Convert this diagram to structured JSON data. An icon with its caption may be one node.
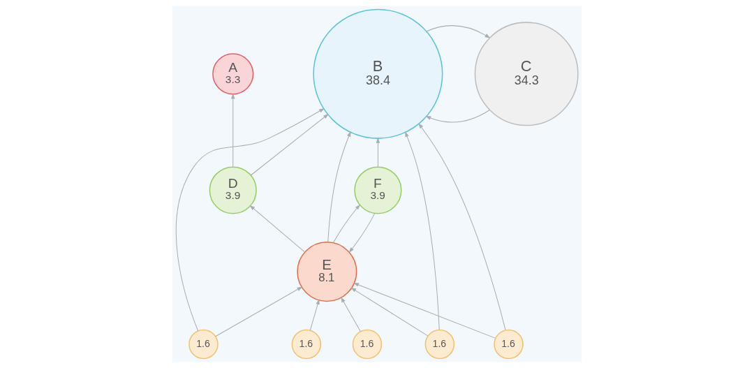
{
  "diagram": {
    "nodes": [
      {
        "text": [
          "A",
          "3.3"
        ]
      },
      {
        "text": [
          "B",
          "38.4"
        ]
      },
      {
        "text": [
          "C",
          "34.3"
        ]
      },
      {
        "text": [
          "D",
          "3.9"
        ]
      },
      {
        "text": [
          "F",
          "3.9"
        ]
      },
      {
        "text": [
          "E",
          "8.1"
        ]
      },
      {
        "text": [
          "1.6"
        ]
      },
      {
        "text": [
          "1.6"
        ]
      },
      {
        "text": [
          "1.6"
        ]
      },
      {
        "text": [
          "1.6"
        ]
      },
      {
        "text": [
          "1.6"
        ]
      }
    ],
    "edges": [
      {
        "from": 3,
        "to": 0,
        "arrow": "to"
      },
      {
        "from": 3,
        "to": 1,
        "arrow": "to"
      },
      {
        "from": 1,
        "to": 2,
        "arrow": "to"
      },
      {
        "from": 2,
        "to": 1,
        "arrow": "to"
      },
      {
        "from": 4,
        "to": 1,
        "arrow": "to"
      },
      {
        "from": 5,
        "to": 1,
        "arrow": "to"
      },
      {
        "from": 5,
        "to": 3,
        "arrow": "to"
      },
      {
        "from": 5,
        "to": 4,
        "arrow": "to"
      },
      {
        "from": 4,
        "to": 5,
        "arrow": "to"
      },
      {
        "from": 6,
        "to": 1,
        "arrow": "to"
      },
      {
        "from": 6,
        "to": 5,
        "arrow": "to"
      },
      {
        "from": 7,
        "to": 1,
        "arrow": "to"
      },
      {
        "from": 7,
        "to": 5,
        "arrow": "to"
      },
      {
        "from": 8,
        "to": 1,
        "arrow": "to"
      },
      {
        "from": 8,
        "to": 5,
        "arrow": "to"
      },
      {
        "from": 9,
        "to": 5,
        "arrow": "to"
      },
      {
        "from": 10,
        "to": 5,
        "arrow": "to"
      }
    ]
  }
}
